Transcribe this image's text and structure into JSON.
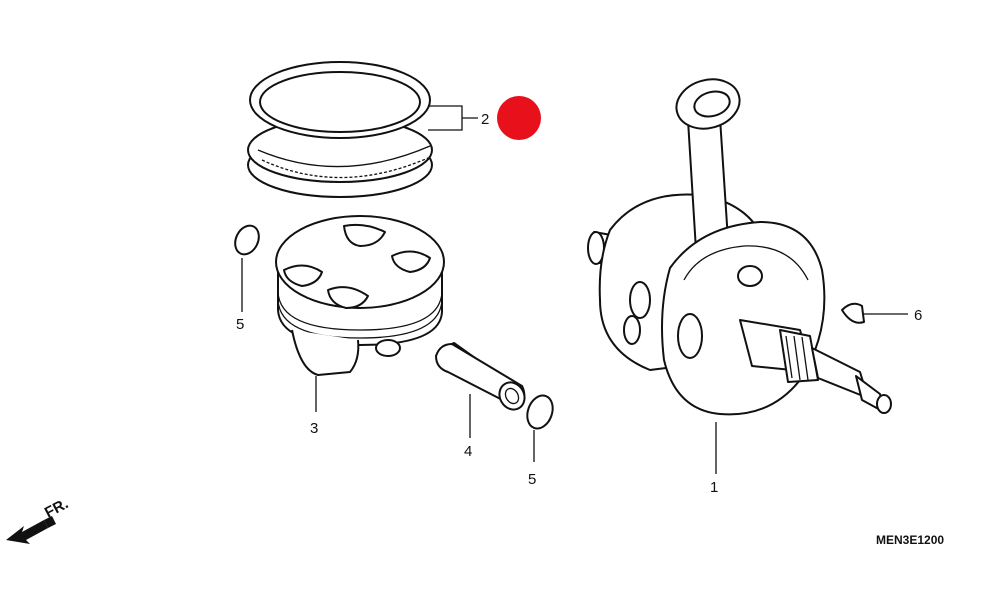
{
  "callouts": {
    "crankshaft": "1",
    "piston_rings": "2",
    "piston": "3",
    "piston_pin": "4",
    "clip_left": "5",
    "clip_right": "5",
    "woodruff_key": "6"
  },
  "front_indicator": "FR.",
  "diagram_code": "MEN3E1200",
  "marker_color": "#e8101b"
}
